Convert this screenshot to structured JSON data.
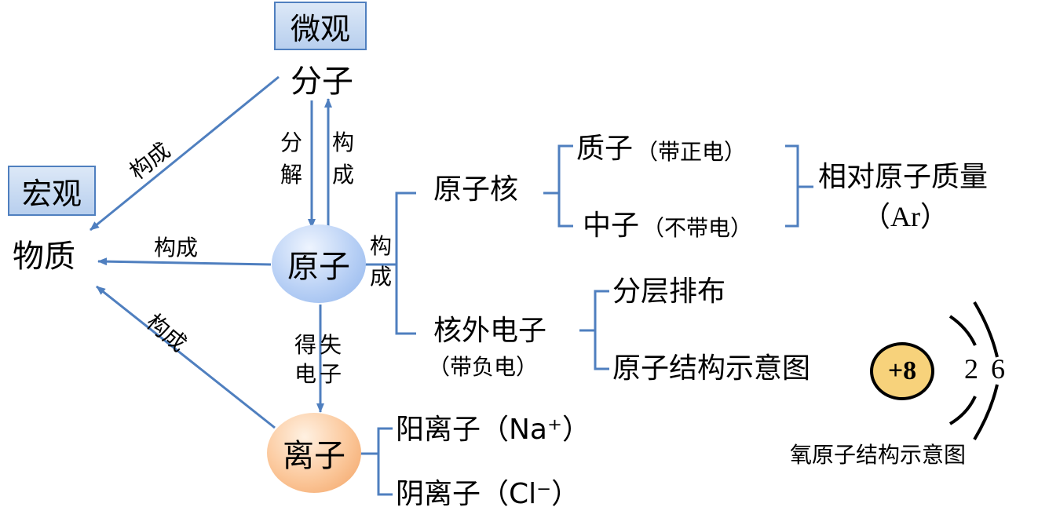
{
  "levels": {
    "micro": "微观",
    "macro": "宏观"
  },
  "nodes": {
    "molecule": "分子",
    "matter": "物质",
    "atom": "原子",
    "ion": "离子",
    "nucleus": "原子核",
    "proton": "质子",
    "proton_note": "（带正电）",
    "neutron": "中子",
    "neutron_note": "（不带电）",
    "relative_mass": "相对原子质量",
    "relative_mass_symbol": "（Ar）",
    "electrons": "核外电子",
    "electrons_note": "（带负电）",
    "layered": "分层排布",
    "structure_diagram": "原子结构示意图",
    "cation": "阳离子（Na⁺）",
    "anion": "阴离子（Cl⁻）"
  },
  "edges": {
    "constitute": "构成",
    "decompose_1": "分",
    "decompose_2": "解",
    "constitute_1": "构",
    "constitute_2": "成",
    "gain_lose_1": "得失",
    "gain_lose_2": "电子"
  },
  "oxygen": {
    "nucleus_charge": "+8",
    "shell_1": "2",
    "shell_2": "6",
    "caption": "氧原子结构示意图"
  },
  "colors": {
    "arrow": "#4f7fbf",
    "atom_fill": "#b8d0f5",
    "ion_fill": "#fbc79a",
    "level_box": "#c9dbf3",
    "nucleus_fill": "#f7d27b"
  }
}
